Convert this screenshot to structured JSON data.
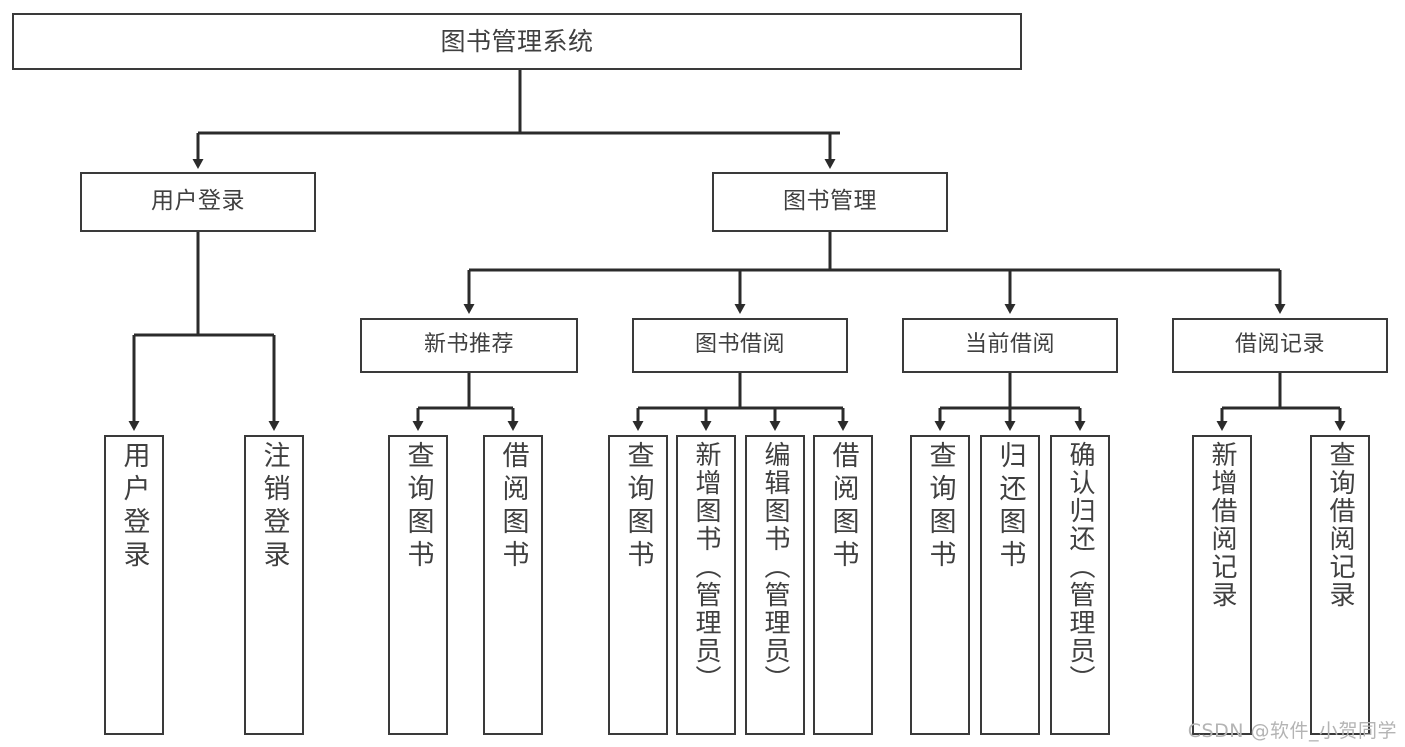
{
  "diagram": {
    "title": "图书管理系统",
    "watermark": "CSDN @软件_小贺同学",
    "colors": {
      "box_border": "#3a3a3a",
      "line": "#2b2b2b",
      "text": "#404040",
      "background": "#ffffff",
      "watermark": "#b4b4b4"
    },
    "root": {
      "label": "图书管理系统"
    },
    "level2": [
      {
        "label": "用户登录"
      },
      {
        "label": "图书管理"
      }
    ],
    "level3": [
      {
        "label": "新书推荐"
      },
      {
        "label": "图书借阅"
      },
      {
        "label": "当前借阅"
      },
      {
        "label": "借阅记录"
      }
    ],
    "leaves": {
      "user_login": [
        {
          "label": "用户登录"
        },
        {
          "label": "注销登录"
        }
      ],
      "new_book_recommend": [
        {
          "label": "查询图书"
        },
        {
          "label": "借阅图书"
        }
      ],
      "book_borrow": [
        {
          "label": "查询图书"
        },
        {
          "label": "新增图书（管理员）"
        },
        {
          "label": "编辑图书（管理员）"
        },
        {
          "label": "借阅图书"
        }
      ],
      "current_borrow": [
        {
          "label": "查询图书"
        },
        {
          "label": "归还图书"
        },
        {
          "label": "确认归还（管理员）"
        }
      ],
      "borrow_records": [
        {
          "label": "新增借阅记录"
        },
        {
          "label": "查询借阅记录"
        }
      ]
    }
  }
}
